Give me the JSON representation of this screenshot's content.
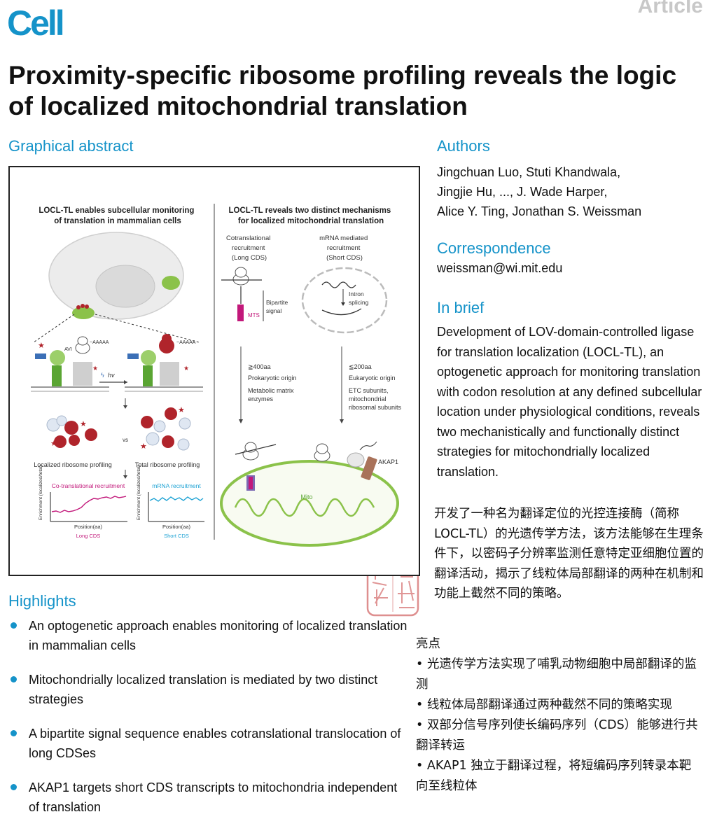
{
  "header": {
    "journal": "Cell",
    "article_type": "Article"
  },
  "title": "Proximity-specific ribosome profiling reveals the logic of localized mitochondrial translation",
  "sections": {
    "graphical_abstract": "Graphical abstract",
    "authors": "Authors",
    "correspondence": "Correspondence",
    "in_brief": "In brief",
    "highlights": "Highlights"
  },
  "authors_lines": [
    "Jingchuan Luo, Stuti Khandwala,",
    "Jingjie Hu, ..., J. Wade Harper,",
    "Alice Y. Ting, Jonathan S. Weissman"
  ],
  "correspondence_email": "weissman@wi.mit.edu",
  "in_brief_text": "Development of LOV-domain-controlled ligase for translation localization (LOCL-TL), an optogenetic approach for monitoring translation with codon resolution at any defined subcellular location under physiological conditions, reveals two mechanistically and functionally distinct strategies for mitochondrially localized translation.",
  "in_brief_cn": "开发了一种名为翻译定位的光控连接酶（简称 LOCL-TL）的光遗传学方法，该方法能够在生理条件下，以密码子分辨率监测任意特定亚细胞位置的翻译活动，揭示了线粒体局部翻译的两种在机制和功能上截然不同的策略。",
  "highlights": [
    "An optogenetic approach enables monitoring of localized translation in mammalian cells",
    "Mitochondrially localized translation is mediated by two distinct strategies",
    "A bipartite signal sequence enables cotranslational translocation of long CDSes",
    "AKAP1 targets short CDS transcripts to mitochondria independent of translation"
  ],
  "highlights_cn": {
    "title": "亮点",
    "items": [
      "• 光遗传学方法实现了哺乳动物细胞中局部翻译的监测",
      "• 线粒体局部翻译通过两种截然不同的策略实现",
      "• 双部分信号序列使长编码序列（CDS）能够进行共翻译转运",
      "• AKAP1 独立于翻译过程，将短编码序列转录本靶向至线粒体"
    ]
  },
  "seal_text": "光遇 陳",
  "graphical_abstract": {
    "left_title": "LOCL-TL enables subcellular monitoring of translation in mammalian cells",
    "right_title": "LOCL-TL reveals two distinct mechanisms for localized mitochondrial translation",
    "cotrans_label": "Cotranslational recruitment (Long CDS)",
    "mrna_label": "mRNA mediated recruitment (Short CDS)",
    "bipartite": "Bipartite signal",
    "mts": "MTS",
    "intron": "Intron splicing",
    "long_len": "≧400aa",
    "long_origin": "Prokaryotic origin",
    "long_examples": "Metabolic matrix enzymes",
    "short_len": "≦200aa",
    "short_origin": "Eukaryotic origin",
    "short_examples": "ETC subunits, mitochondrial ribosomal subunits",
    "avi": "AVI",
    "hv": "hv",
    "vs": "vs",
    "localized_profiling": "Localized ribosome profiling",
    "total_profiling": "Total ribosome profiling",
    "plot1_title": "Co-translational recruitment",
    "plot2_title": "mRNA recruitment",
    "enrichment_label": "Enrichment (localized/total)",
    "position_label": "Position(aa)",
    "long_cds": "Long CDS",
    "short_cds": "Short CDS",
    "akap1": "AKAP1",
    "mito": "Mito",
    "colors": {
      "accent": "#1593c9",
      "magenta": "#c2187a",
      "cyan": "#1fa3d4",
      "mito_green": "#8bc24a",
      "ribo_red": "#b0242b"
    }
  }
}
